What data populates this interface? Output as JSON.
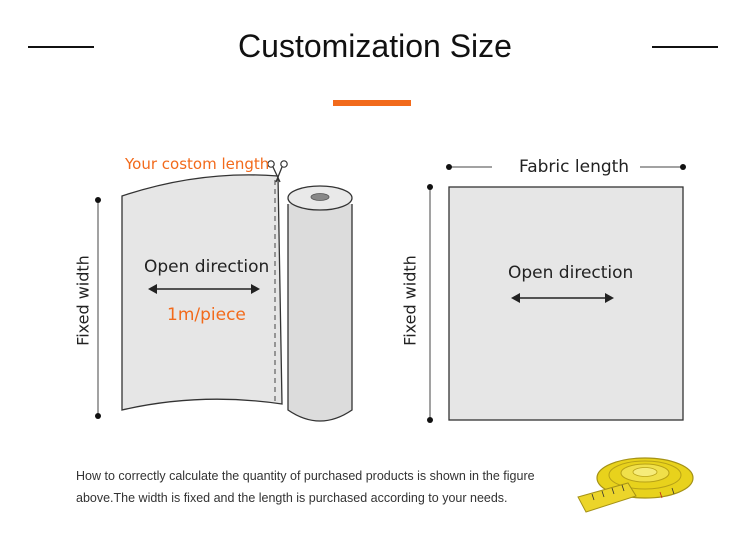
{
  "header": {
    "title": "Customization Size"
  },
  "colors": {
    "accent": "#f26a1b",
    "outline": "#444444",
    "fabric_fill": "#e6e6e6"
  },
  "left_diagram": {
    "cut_label": "Your costom length",
    "fixed_width_label": "Fixed width",
    "open_direction_label": "Open direction",
    "piece_label": "1m/piece",
    "cut_icon": "scissors-icon"
  },
  "right_diagram": {
    "fabric_length_label": "Fabric length",
    "fixed_width_label": "Fixed width",
    "open_direction_label": "Open direction"
  },
  "footer": {
    "line1": "How to correctly calculate the quantity of purchased products is shown in the figure",
    "line2": "above.The width is fixed and the length is purchased according to your needs.",
    "decor_icon": "measuring-tape-icon"
  }
}
